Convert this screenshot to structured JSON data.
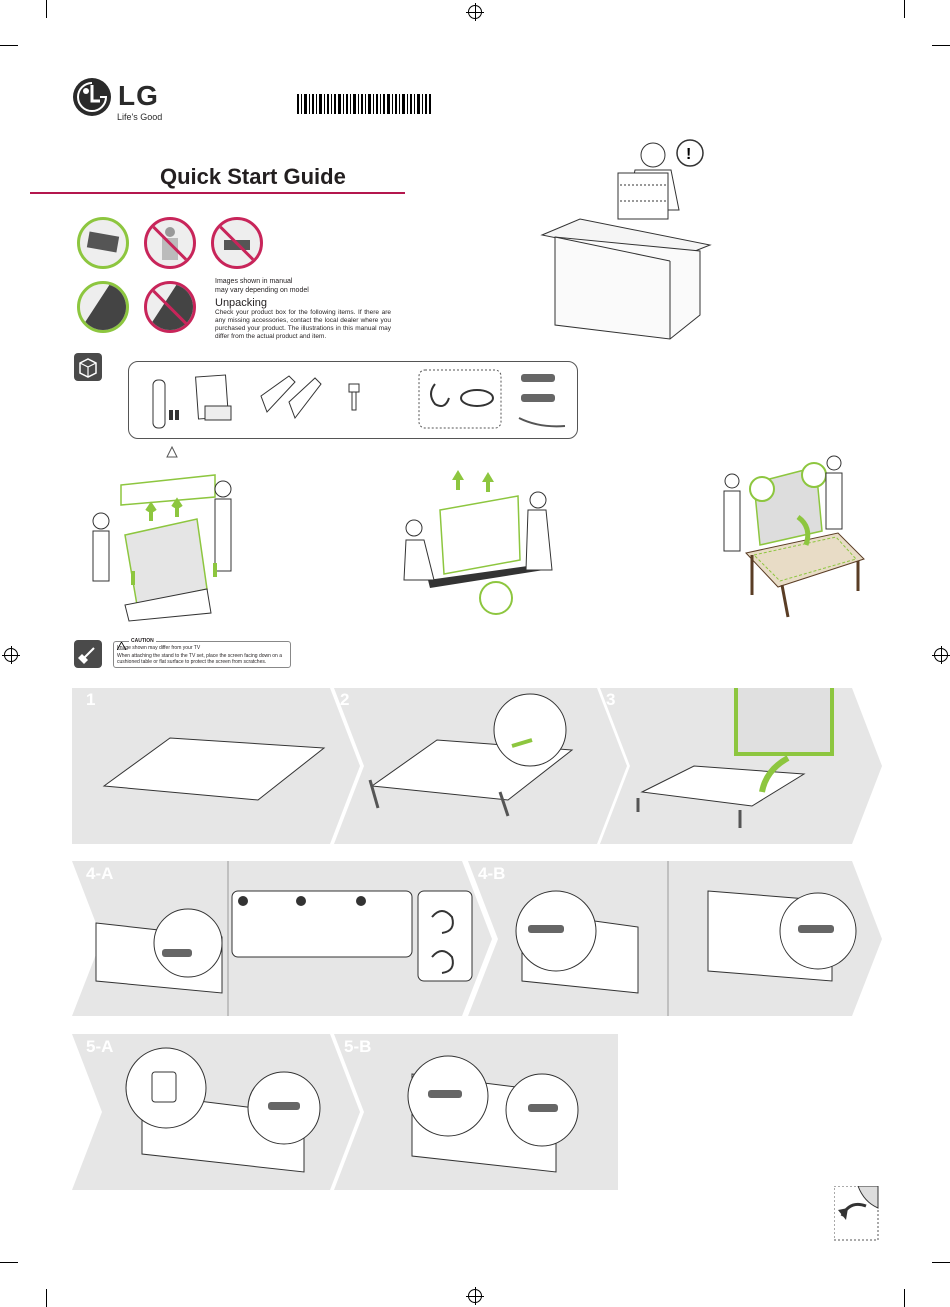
{
  "brand": {
    "logo_text": "LG",
    "tagline": "Life's Good"
  },
  "title": "Quick Start Guide",
  "notes": {
    "images_line1": "Images shown in manual",
    "images_line2": "may vary depending on model",
    "unpacking_heading": "Unpacking",
    "unpacking_body": "Check your product box for the following items. If there are any missing accessories, contact the local dealer where you purchased your product. The illustrations in this manual may differ from the actual product and item."
  },
  "caution": {
    "heading": "CAUTION",
    "line1": "Image shown may differ from your TV",
    "line2": "When attaching the stand to the TV set, place the screen facing down on a cushioned table or flat surface to protect the screen from scratches."
  },
  "steps": {
    "s1": "1",
    "s2": "2",
    "s3": "3",
    "s4a": "4-A",
    "s4b": "4-B",
    "s5a": "5-A",
    "s5b": "5-B"
  },
  "colors": {
    "accent_green": "#8dc63f",
    "accent_red": "#c8255a",
    "title_rule": "#b4174d",
    "band_gray": "#e6e6e6"
  },
  "icons": [
    "lg-logo-icon",
    "barcode-icon",
    "box-icon",
    "cleaning-brush-icon",
    "warning-icon",
    "page-turn-icon"
  ]
}
